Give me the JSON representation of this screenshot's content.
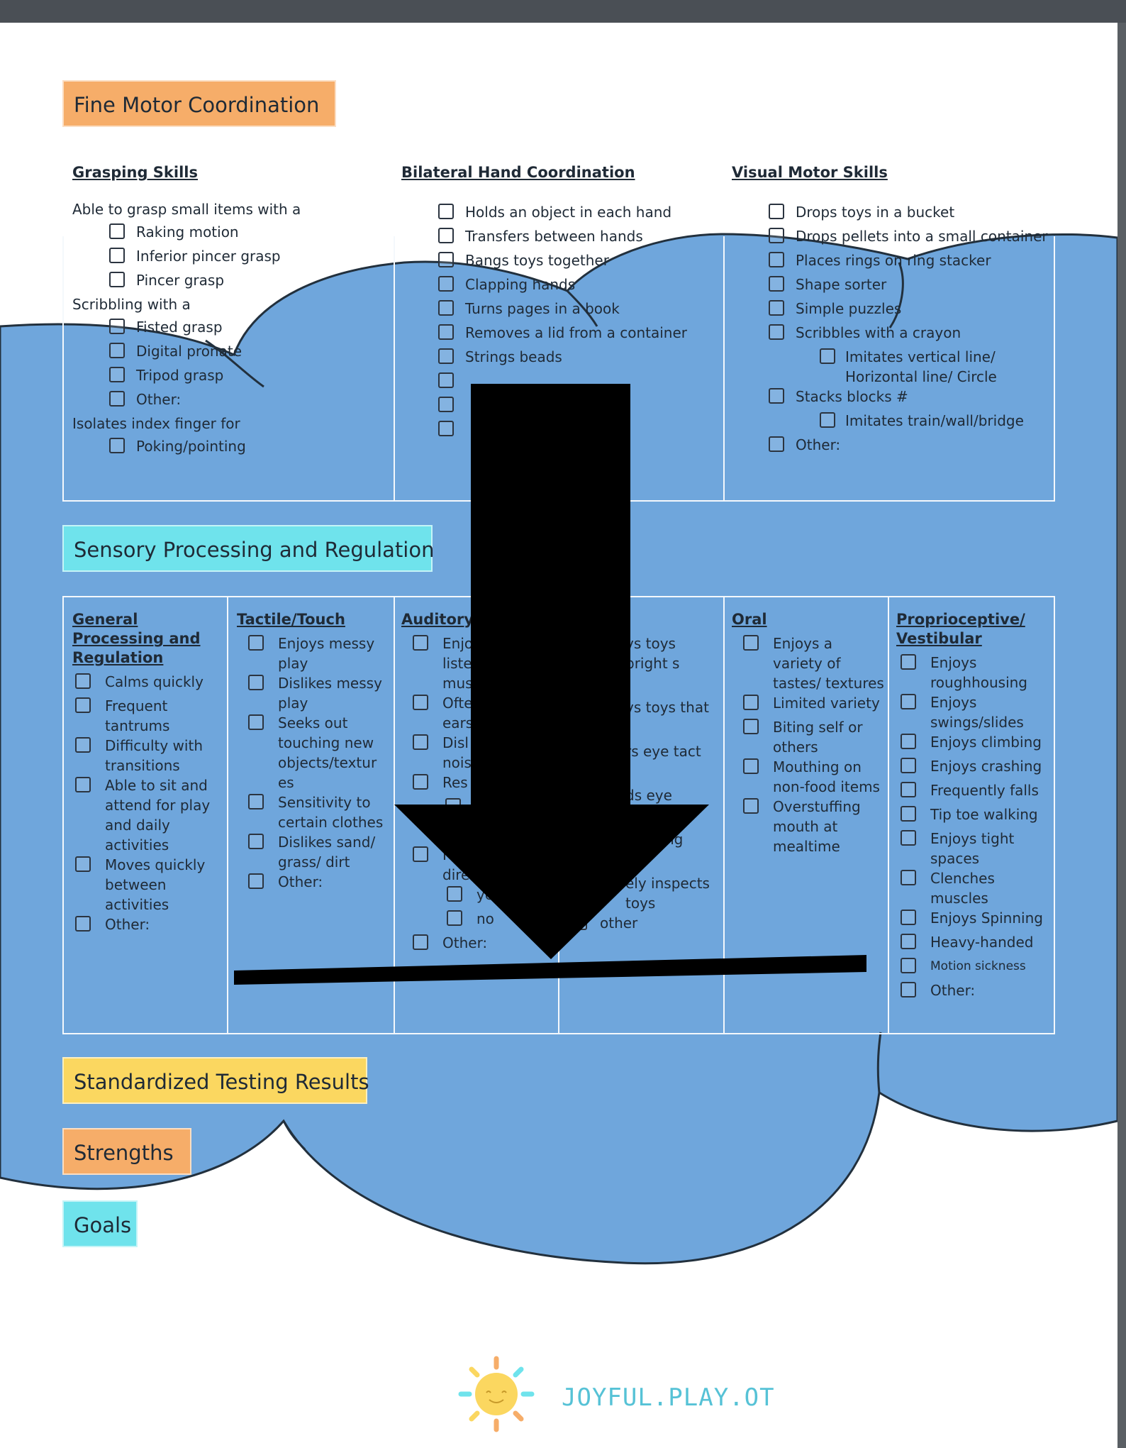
{
  "sections": {
    "fine_motor": "Fine Motor Coordination",
    "sensory": "Sensory Processing and Regulation",
    "testing": "Standardized Testing Results",
    "strengths": "Strengths",
    "goals": "Goals"
  },
  "colors": {
    "cloud": "#6fa6dc",
    "orange": "#f6ad69",
    "cyan": "#6fe3ec",
    "yellow": "#fbd760"
  },
  "fine_motor": {
    "grasping": {
      "heading": "Grasping Skills",
      "intro1": "Able to grasp small items with a",
      "items1": [
        "Raking motion",
        "Inferior pincer grasp",
        "Pincer grasp"
      ],
      "intro2": "Scribbling with a",
      "items2": [
        "Fisted grasp",
        "Digital pronate",
        "Tripod grasp",
        "Other:"
      ],
      "intro3": "Isolates index finger for",
      "items3": [
        "Poking/pointing"
      ]
    },
    "bilateral": {
      "heading": "Bilateral Hand Coordination",
      "items": [
        "Holds an object in each hand",
        "Transfers between hands",
        "Bangs toys together",
        "Clapping hands",
        "Turns pages in a book",
        "Removes a lid from a container",
        "Strings beads",
        "",
        "",
        ""
      ]
    },
    "visual": {
      "heading": "Visual Motor Skills",
      "items": [
        "Drops toys in a bucket",
        "Drops pellets into a small container",
        "Places rings on ring stacker",
        "Shape sorter",
        "Simple puzzles",
        "Scribbles with a crayon"
      ],
      "sub1": "Imitates vertical line/ Horizontal line/ Circle",
      "item_stacks": "Stacks blocks #",
      "sub2": "Imitates train/wall/bridge",
      "other": "Other:"
    }
  },
  "sensory": {
    "general": {
      "heading": "General Processing and Regulation",
      "items": [
        "Calms quickly",
        "Frequent tantrums",
        "Difficulty with transitions",
        "Able to sit and attend for play and daily activities",
        "Moves quickly between activities",
        "Other:"
      ]
    },
    "tactile": {
      "heading": "Tactile/Touch",
      "items": [
        "Enjoys messy play",
        "Dislikes messy play",
        "Seeks out touching new objects/textur es",
        "Sensitivity to certain clothes",
        "Dislikes sand/ grass/ dirt",
        "Other:"
      ]
    },
    "auditory": {
      "heading": "Auditory",
      "items": [
        "Enjo liste mus",
        "Ofte ears",
        "Disl nois",
        "Res",
        "",
        "",
        "Follo directio"
      ],
      "sub": [
        "yes",
        "no"
      ],
      "other": "Other:"
    },
    "visual": {
      "items": [
        "ys toys bright s",
        "ys toys that",
        "rs eye tact",
        "ds eye",
        "ng",
        "ely inspects toys",
        "other"
      ]
    },
    "oral": {
      "heading": "Oral",
      "items": [
        "Enjoys a variety of tastes/ textures",
        "Limited variety",
        "Biting self or others",
        "Mouthing on non-food items",
        "Overstuffing mouth at mealtime"
      ]
    },
    "proprio": {
      "heading": "Proprioceptive/ Vestibular",
      "items": [
        "Enjoys roughhousing",
        "Enjoys swings/slides",
        "Enjoys climbing",
        "Enjoys crashing",
        "Frequently falls",
        "Tip toe walking",
        "Enjoys tight spaces",
        "Clenches muscles",
        "Enjoys Spinning",
        "Heavy-handed",
        "Motion sickness",
        "Other:"
      ]
    }
  },
  "footer": {
    "logo_text": "JOYFUL.PLAY.OT",
    "logo_icon": "sun-icon"
  }
}
